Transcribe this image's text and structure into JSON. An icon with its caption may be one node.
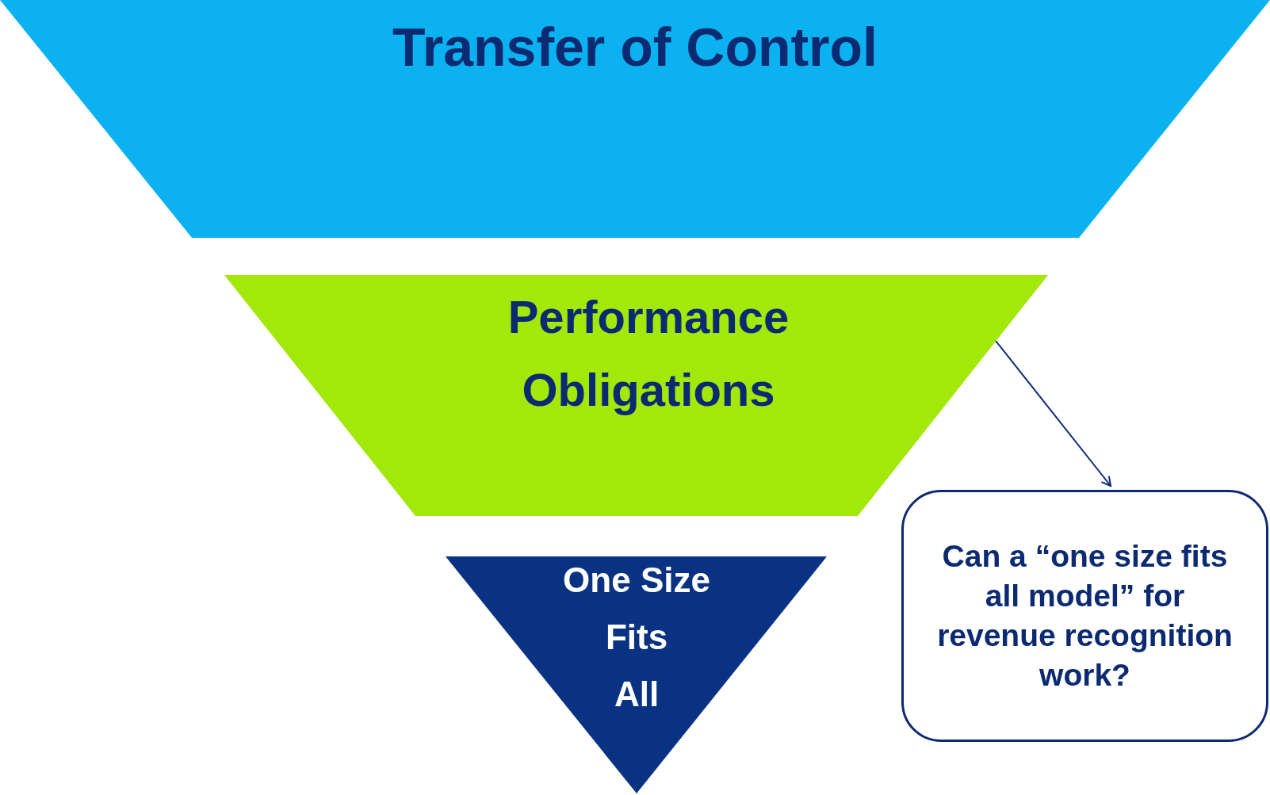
{
  "diagram": {
    "nodes": [
      {
        "text": [
          "Transfer of Control"
        ]
      },
      {
        "text": [
          "Performance Obligations"
        ]
      },
      {
        "text": [
          "One Size Fits All"
        ]
      },
      {
        "text": [
          "Can a “one size fits all model” for revenue recognition work?"
        ]
      }
    ],
    "edges": [
      {
        "from": 1,
        "to": 3,
        "arrow": "to"
      }
    ]
  }
}
